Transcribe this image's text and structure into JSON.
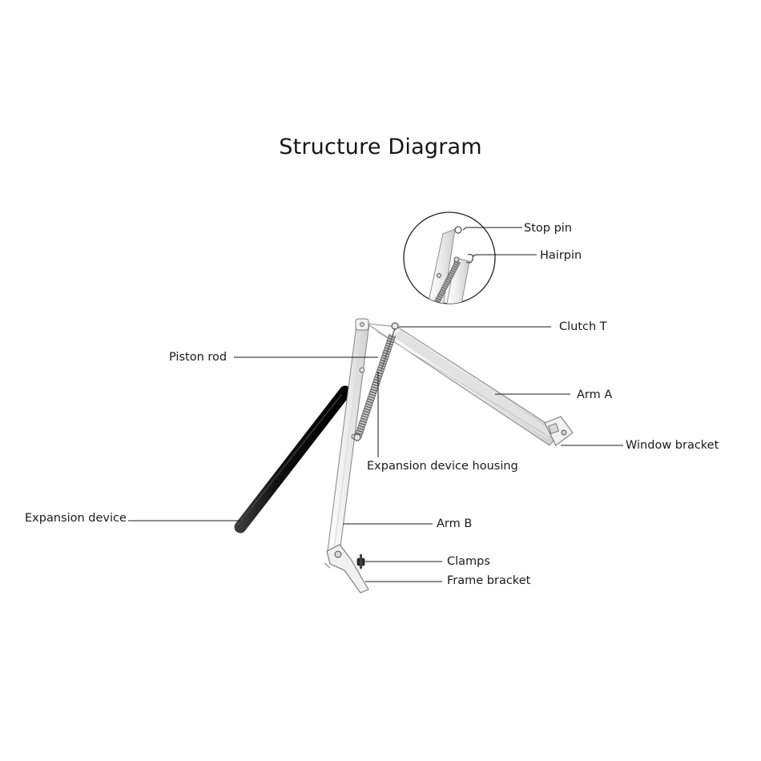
{
  "title": "Structure Diagram",
  "labels": {
    "stop_pin": "Stop pin",
    "hairpin": "Hairpin",
    "clutch_t": "Clutch T",
    "piston_rod": "Piston rod",
    "arm_a": "Arm A",
    "window_bracket": "Window bracket",
    "expansion_device_housing": "Expansion device housing",
    "expansion_device": "Expansion device",
    "arm_b": "Arm B",
    "clamps": "Clamps",
    "frame_bracket": "Frame bracket"
  },
  "colors": {
    "background": "#ffffff",
    "text": "#1a1a1a",
    "leader_line": "#1a1a1a",
    "metal_fill": "#f4f4f4",
    "metal_edge": "#8d8d8d",
    "spring": "#7a7a7a",
    "cylinder": "#111111"
  }
}
